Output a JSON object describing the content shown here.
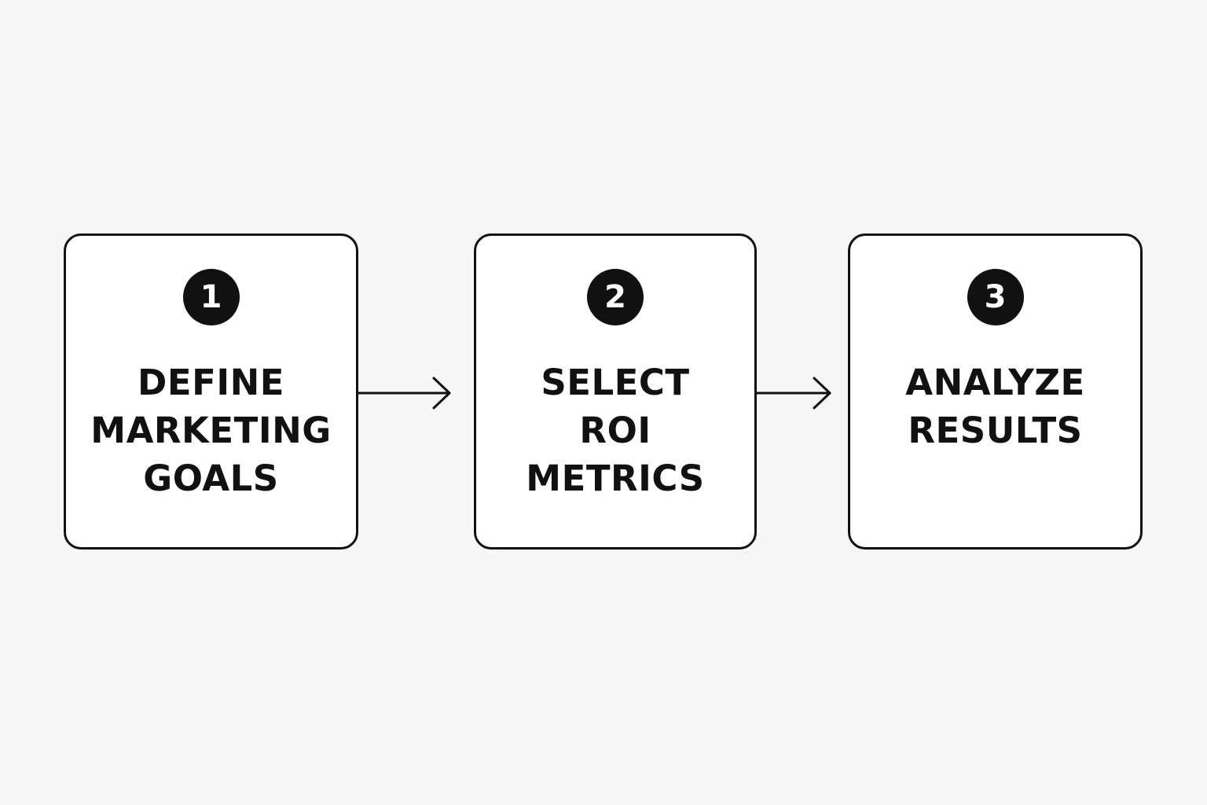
{
  "steps": [
    {
      "number": "1",
      "label_lines": [
        "DEFINE",
        "MARKETING",
        "GOALS"
      ]
    },
    {
      "number": "2",
      "label_lines": [
        "SELECT",
        "ROI",
        "METRICS"
      ]
    },
    {
      "number": "3",
      "label_lines": [
        "ANALYZE",
        "RESULTS"
      ]
    }
  ],
  "colors": {
    "background": "#f7f7f7",
    "box_fill": "#ffffff",
    "stroke": "#111111",
    "badge_text": "#ffffff"
  },
  "icons": {
    "connector": "arrow-right-icon"
  }
}
